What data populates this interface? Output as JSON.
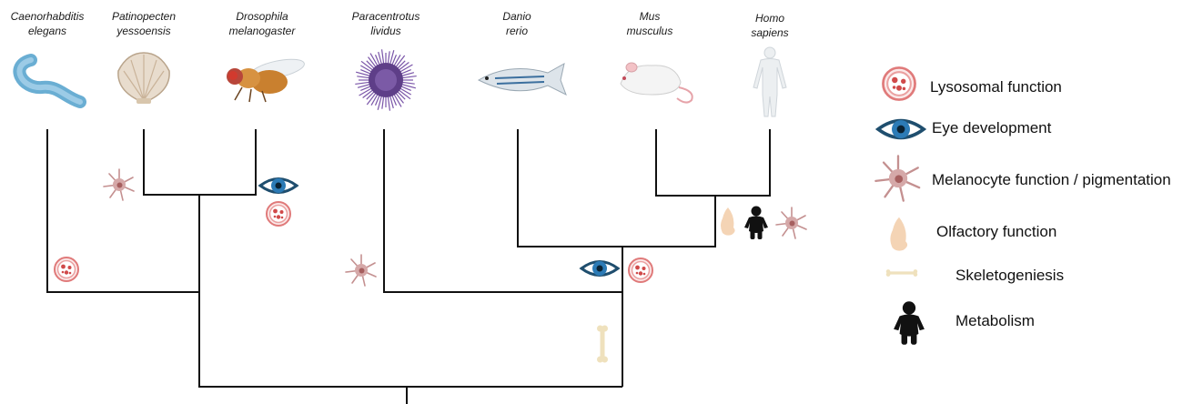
{
  "species": [
    {
      "id": "c-elegans",
      "line1": "Caenorhabditis",
      "line2": "elegans",
      "icon": "worm-icon"
    },
    {
      "id": "p-yessoensis",
      "line1": "Patinopecten",
      "line2": "yessoensis",
      "icon": "scallop-icon"
    },
    {
      "id": "d-melanogaster",
      "line1": "Drosophila",
      "line2": "melanogaster",
      "icon": "fruit-fly-icon"
    },
    {
      "id": "p-lividus",
      "line1": "Paracentrotus",
      "line2": "lividus",
      "icon": "sea-urchin-icon"
    },
    {
      "id": "d-rerio",
      "line1": "Danio",
      "line2": "rerio",
      "icon": "zebrafish-icon"
    },
    {
      "id": "m-musculus",
      "line1": "Mus",
      "line2": "musculus",
      "icon": "mouse-icon"
    },
    {
      "id": "h-sapiens",
      "line1": "Homo",
      "line2": "sapiens",
      "icon": "human-icon"
    }
  ],
  "legend": [
    {
      "label": "Lysosomal function",
      "icon": "lysosome-icon"
    },
    {
      "label": "Eye development",
      "icon": "eye-icon"
    },
    {
      "label": "Melanocyte function / pigmentation",
      "icon": "melanocyte-icon"
    },
    {
      "label": "Olfactory function",
      "icon": "nose-icon"
    },
    {
      "label": "Skeletogeniesis",
      "icon": "bone-icon"
    },
    {
      "label": "Metabolism",
      "icon": "body-icon"
    }
  ],
  "colors": {
    "tree": "#111111",
    "lysosome": "#e07a7a",
    "eye": "#2c6fa0",
    "melanocyte": "#c48a8a",
    "nose": "#f1cba6",
    "bone": "#e9d8b0",
    "body": "#111111"
  }
}
